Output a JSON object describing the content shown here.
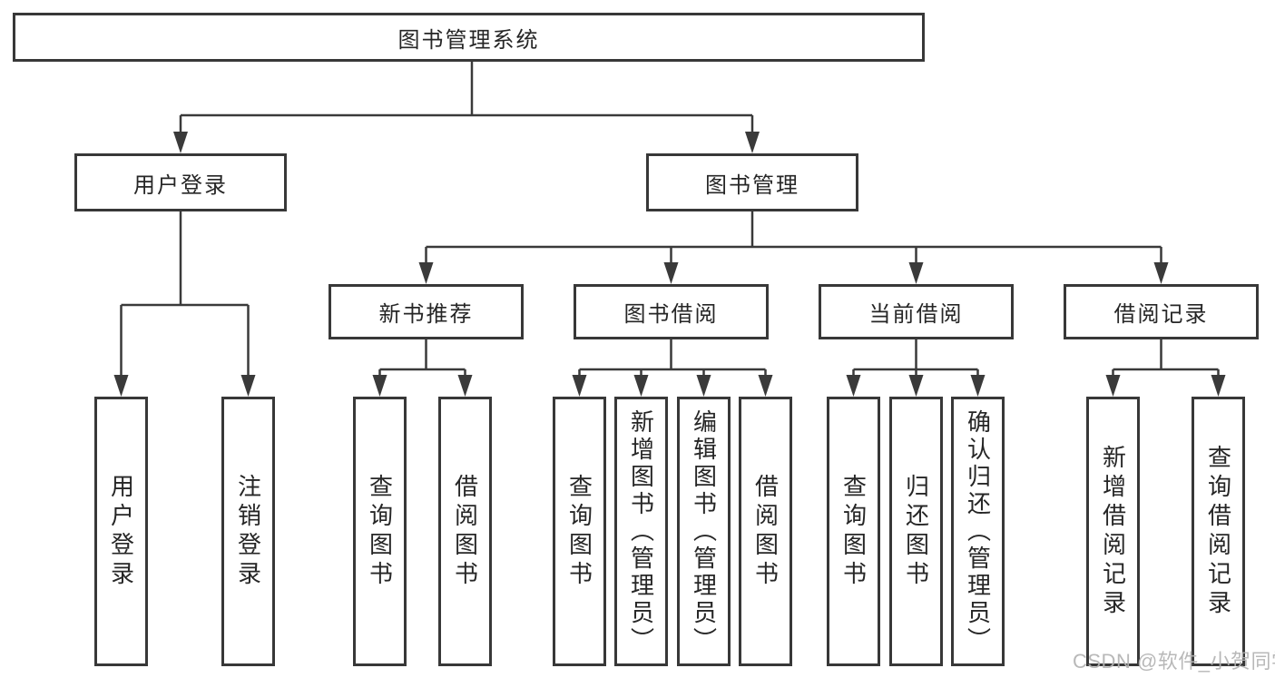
{
  "diagram": {
    "root": {
      "label": "图书管理系统"
    },
    "branches": [
      {
        "label": "用户登录",
        "leaves": [
          {
            "label": "用户登录"
          },
          {
            "label": "注销登录"
          }
        ]
      },
      {
        "label": "图书管理",
        "children": [
          {
            "label": "新书推荐",
            "leaves": [
              {
                "label": "查询图书"
              },
              {
                "label": "借阅图书"
              }
            ]
          },
          {
            "label": "图书借阅",
            "leaves": [
              {
                "label": "查询图书"
              },
              {
                "label": "新增图书（管理员）"
              },
              {
                "label": "编辑图书（管理员）"
              },
              {
                "label": "借阅图书"
              }
            ]
          },
          {
            "label": "当前借阅",
            "leaves": [
              {
                "label": "查询图书"
              },
              {
                "label": "归还图书"
              },
              {
                "label": "确认归还（管理员）"
              }
            ]
          },
          {
            "label": "借阅记录",
            "leaves": [
              {
                "label": "新增借阅记录"
              },
              {
                "label": "查询借阅记录"
              }
            ]
          }
        ]
      }
    ]
  },
  "watermark": {
    "text": "CSDN @软件_小贺同学"
  },
  "colors": {
    "line": "#3a3a3a",
    "box_border": "#383838",
    "text": "#262626",
    "watermark": "#b3b3b3",
    "background": "#ffffff"
  }
}
